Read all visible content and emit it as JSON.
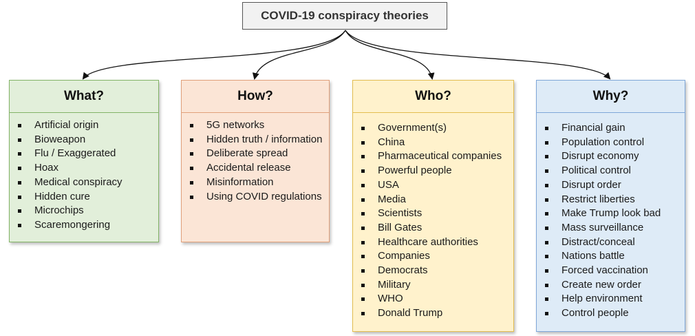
{
  "title": "COVID-19 conspiracy theories",
  "categories": {
    "what": {
      "heading": "What?",
      "items": [
        "Artificial origin",
        "Bioweapon",
        "Flu / Exaggerated",
        "Hoax",
        "Medical conspiracy",
        "Hidden cure",
        "Microchips",
        "Scaremongering"
      ]
    },
    "how": {
      "heading": "How?",
      "items": [
        "5G networks",
        "Hidden truth / information",
        "Deliberate spread",
        "Accidental release",
        "Misinformation",
        "Using COVID regulations"
      ]
    },
    "who": {
      "heading": "Who?",
      "items": [
        "Government(s)",
        "China",
        "Pharmaceutical companies",
        "Powerful people",
        "USA",
        "Media",
        "Scientists",
        "Bill Gates",
        "Healthcare authorities",
        "Companies",
        "Democrats",
        "Military",
        "WHO",
        "Donald Trump"
      ]
    },
    "why": {
      "heading": "Why?",
      "items": [
        "Financial gain",
        "Population control",
        "Disrupt economy",
        "Political control",
        "Disrupt order",
        "Restrict liberties",
        "Make Trump look bad",
        "Mass surveillance",
        "Distract/conceal",
        "Nations battle",
        "Forced vaccination",
        "Create new order",
        "Help environment",
        "Control people"
      ]
    }
  },
  "colors": {
    "what": "#e2efda",
    "how": "#fbe5d6",
    "who": "#fff2cc",
    "why": "#deebf7"
  }
}
